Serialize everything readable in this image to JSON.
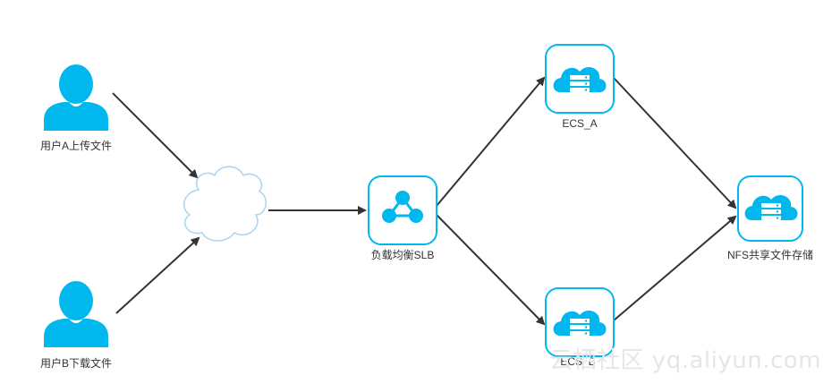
{
  "nodes": {
    "user_a": {
      "label": "用户A上传文件",
      "icon": "user-icon"
    },
    "user_b": {
      "label": "用户B下载文件",
      "icon": "user-icon"
    },
    "internet": {
      "icon": "cloud-icon"
    },
    "slb": {
      "label": "负载均衡SLB",
      "icon": "load-balancer-icon"
    },
    "ecs_a": {
      "label": "ECS_A",
      "icon": "server-cloud-icon"
    },
    "ecs_b": {
      "label": "ECS_B",
      "icon": "server-cloud-icon"
    },
    "nfs": {
      "label": "NFS共享文件存储",
      "icon": "storage-cloud-icon"
    }
  },
  "edges": [
    {
      "from": "user_a",
      "to": "internet"
    },
    {
      "from": "user_b",
      "to": "internet"
    },
    {
      "from": "internet",
      "to": "slb"
    },
    {
      "from": "slb",
      "to": "ecs_a"
    },
    {
      "from": "slb",
      "to": "ecs_b"
    },
    {
      "from": "ecs_a",
      "to": "nfs"
    },
    {
      "from": "ecs_b",
      "to": "nfs"
    }
  ],
  "watermark": "云栖社区 yq.aliyun.com",
  "colors": {
    "accent": "#00b7ee",
    "arrow": "#333333",
    "cloud_outline": "#a9d4f0",
    "tile_border": "#00b7ee",
    "tile_fill": "#ffffff"
  }
}
